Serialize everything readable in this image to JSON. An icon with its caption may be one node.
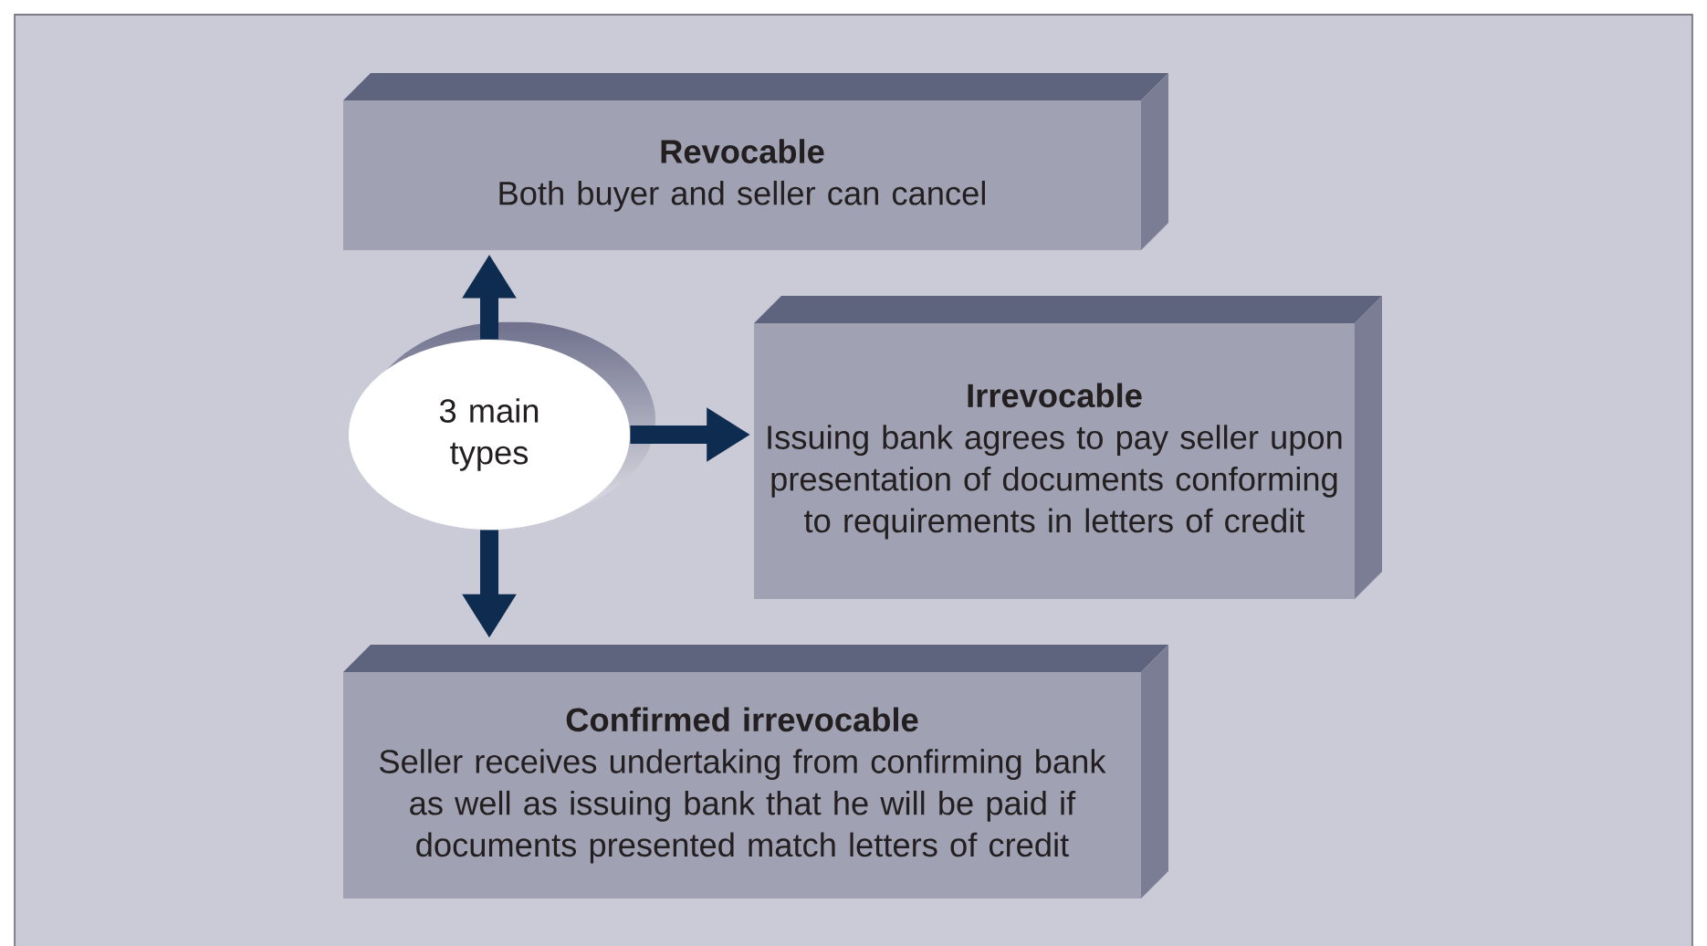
{
  "diagram": {
    "nodes": [
      {
        "text": [
          "Revocable",
          "Both buyer and seller can cancel"
        ]
      },
      {
        "text": [
          "3 main types"
        ]
      },
      {
        "text": [
          "Irrevocable",
          "Issuing bank agrees to pay seller upon presentation of documents conforming to requirements in letters of credit"
        ]
      },
      {
        "text": [
          "Confirmed irrevocable",
          "Seller receives undertaking from confirming bank as well as issuing bank that he will be paid if documents presented match letters of credit"
        ]
      }
    ],
    "edges": [
      {
        "from": 1,
        "to": 0,
        "arrow": "to"
      },
      {
        "from": 1,
        "to": 2,
        "arrow": "to"
      },
      {
        "from": 1,
        "to": 3,
        "arrow": "to"
      }
    ]
  }
}
